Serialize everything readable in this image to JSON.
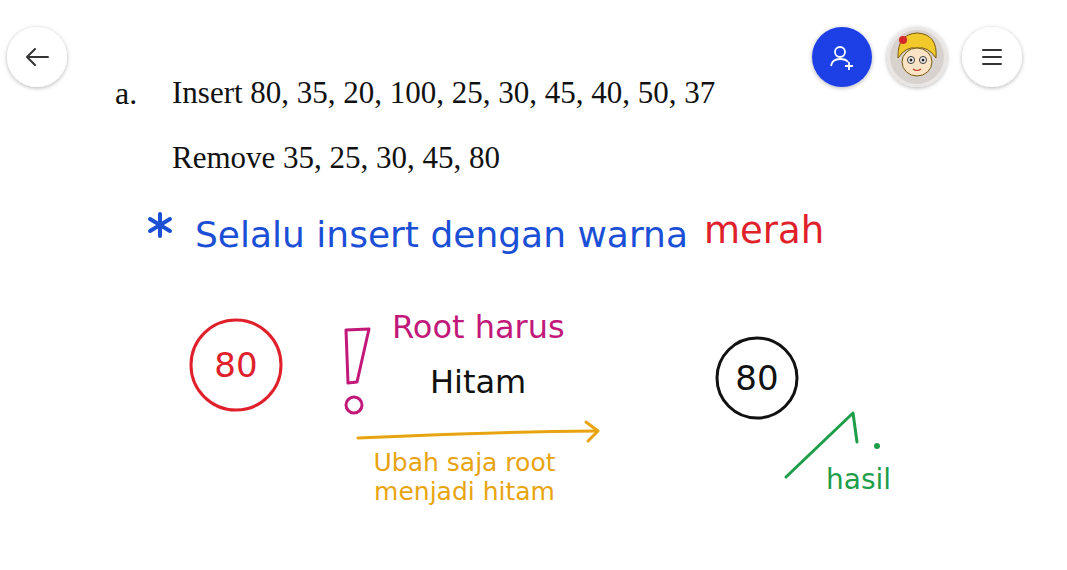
{
  "diagram": {
    "nodes": [
      {
        "text": [
          "80"
        ]
      },
      {
        "text": [
          "80"
        ]
      }
    ],
    "labels": [
      "a.",
      "Insert 80, 35, 20, 100, 25, 30, 45, 40, 50, 37",
      "Remove 35, 25, 30, 45, 80",
      "Selalu insert dengan warna",
      "merah",
      "Root harus",
      "Hitam",
      "Ubah saja root menjadi hitam",
      "hasil"
    ]
  }
}
